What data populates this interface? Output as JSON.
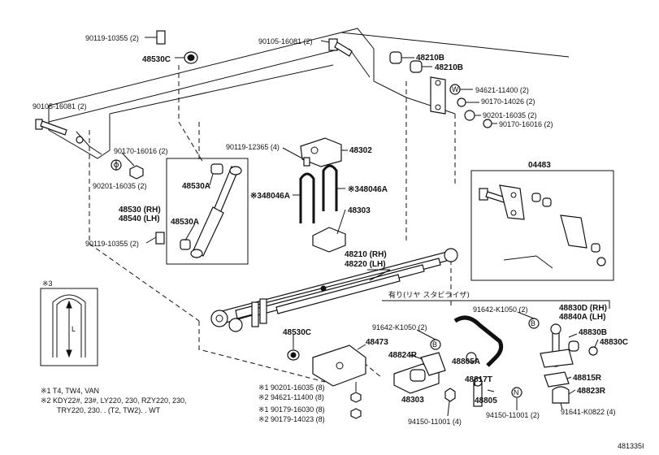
{
  "footer_code": "481335I",
  "callouts": {
    "c1": "90119-10355 (2)",
    "c2": "48530C",
    "c3": "90105-16081 (2)",
    "c4": "90105-16081 (2)",
    "c5": "48210B",
    "c6": "48210B",
    "c7": "94621-11400 (2)",
    "c8": "90170-14026 (2)",
    "c9": "90201-16035 (2)",
    "c10": "90170-16016 (2)",
    "c11": "90170-16016 (2)",
    "c12": "90201-16035 (2)",
    "c13": "90119-12365 (4)",
    "c14": "48302",
    "c15": "48530A",
    "c16": "04483",
    "c17": "※348046A",
    "c18": "※348046A",
    "c19": "48530 (RH)",
    "c20": "48540 (LH)",
    "c21": "48530A",
    "c22": "48303",
    "c23": "90119-10355 (2)",
    "c24": "48210 (RH)",
    "c25": "48220 (LH)",
    "c26": "有り(リヤ スタビライザ)",
    "c27": "48830D (RH)",
    "c28": "48840A (LH)",
    "c29": "91642-K1050 (2)",
    "c30": "91642-K1050 (2)",
    "c31": "48830B",
    "c32": "48530C",
    "c33": "48473",
    "c34": "48830C",
    "c35": "48824R",
    "c36": "48805A",
    "c37": "48817T",
    "c38": "48815R",
    "c39": "48823R",
    "c40": "48303",
    "c41": "48805",
    "c42": "91641-K0822 (4)",
    "c43": "94150-11001 (4)",
    "c44": "94150-11001 (2)"
  },
  "washer_notes": {
    "n1": "※1  90201-16035 (8)",
    "n2": "※2  94621-11400 (8)",
    "n3": "※1  90179-16030 (8)",
    "n4": "※2  90179-14023 (8)"
  },
  "inset_mark": "※3",
  "inset_dim": "L",
  "notes": {
    "line1": "※1  T4, TW4, VAN",
    "line2": "※2  KDY22#, 23#, LY220, 230, RZY220, 230,",
    "line3": "TRY220, 230. . (T2, TW2). . WT"
  }
}
